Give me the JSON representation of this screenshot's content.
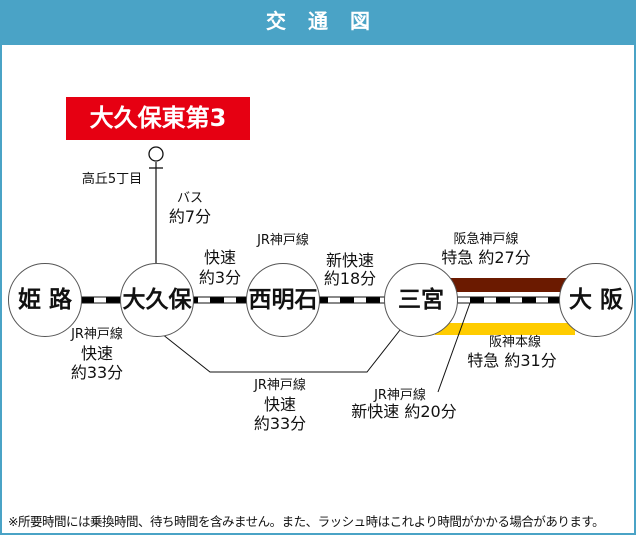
{
  "header": {
    "title": "交通図"
  },
  "property": {
    "name": "大久保東第3"
  },
  "bus_stop": {
    "name": "高丘5丁目",
    "mode": "バス",
    "time": "約7分"
  },
  "stations": [
    "姫 路",
    "大久保",
    "西明石",
    "三宮",
    "大 阪"
  ],
  "segments": {
    "okubo_nishiakashi": {
      "kind": "快速",
      "time": "約3分"
    },
    "jr_line_label": "JR神戸線",
    "nishiakashi_sannomiya": {
      "kind": "新快速",
      "time": "約18分"
    },
    "himeji_okubo": {
      "line": "JR神戸線",
      "kind": "快速",
      "time": "約33分"
    },
    "okubo_sannomiya": {
      "line": "JR神戸線",
      "kind": "快速",
      "time": "約33分"
    },
    "hankyu": {
      "line": "阪急神戸線",
      "service": "特急 約27分"
    },
    "hanshin": {
      "line": "阪神本線",
      "service": "特急 約31分"
    },
    "jr_sannomiya_osaka": {
      "line": "JR神戸線",
      "service": "新快速 約20分"
    }
  },
  "colors": {
    "header": "#4aa3c6",
    "title": "#e60012",
    "hankyu": "#6b1a00",
    "hanshin": "#ffcc00"
  },
  "footnote": "※所要時間には乗換時間、待ち時間を含みません。また、ラッシュ時はこれより時間がかかる場合があります。"
}
